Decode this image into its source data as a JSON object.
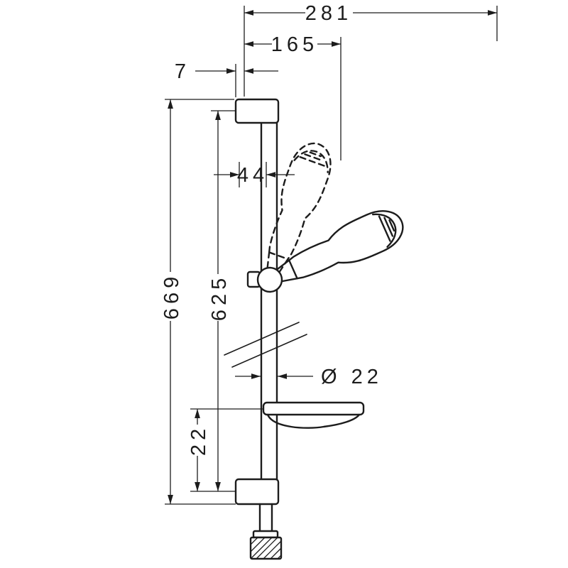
{
  "drawing": {
    "type": "dimension-drawing",
    "line_color": "#1c1c1c",
    "background": "#ffffff",
    "dims": {
      "top_width": "281",
      "second_width": "165",
      "side_offset": "7",
      "mid_offset": "44",
      "height_outer": "669",
      "height_inner": "625",
      "bar_diameter": "Ø 22",
      "bottom_offset": "22"
    }
  }
}
